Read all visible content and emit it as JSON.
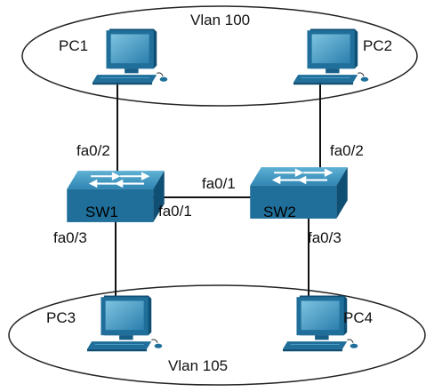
{
  "vlans": {
    "top": "Vlan 100",
    "bottom": "Vlan 105"
  },
  "devices": {
    "pc1": "PC1",
    "pc2": "PC2",
    "pc3": "PC3",
    "pc4": "PC4",
    "sw1": "SW1",
    "sw2": "SW2"
  },
  "ports": {
    "pc1_sw1": "fa0/2",
    "pc2_sw2": "fa0/2",
    "sw1_trunk": "fa0/1",
    "sw2_trunk": "fa0/1",
    "sw1_pc3": "fa0/3",
    "sw2_pc4": "fa0/3"
  },
  "colors": {
    "device_fill": "#1f6f9a",
    "device_dark": "#0f4f74",
    "device_light": "#4fa3c9",
    "line": "#111111"
  },
  "icons": {
    "pc": "desktop-computer-icon",
    "switch": "network-switch-icon"
  }
}
